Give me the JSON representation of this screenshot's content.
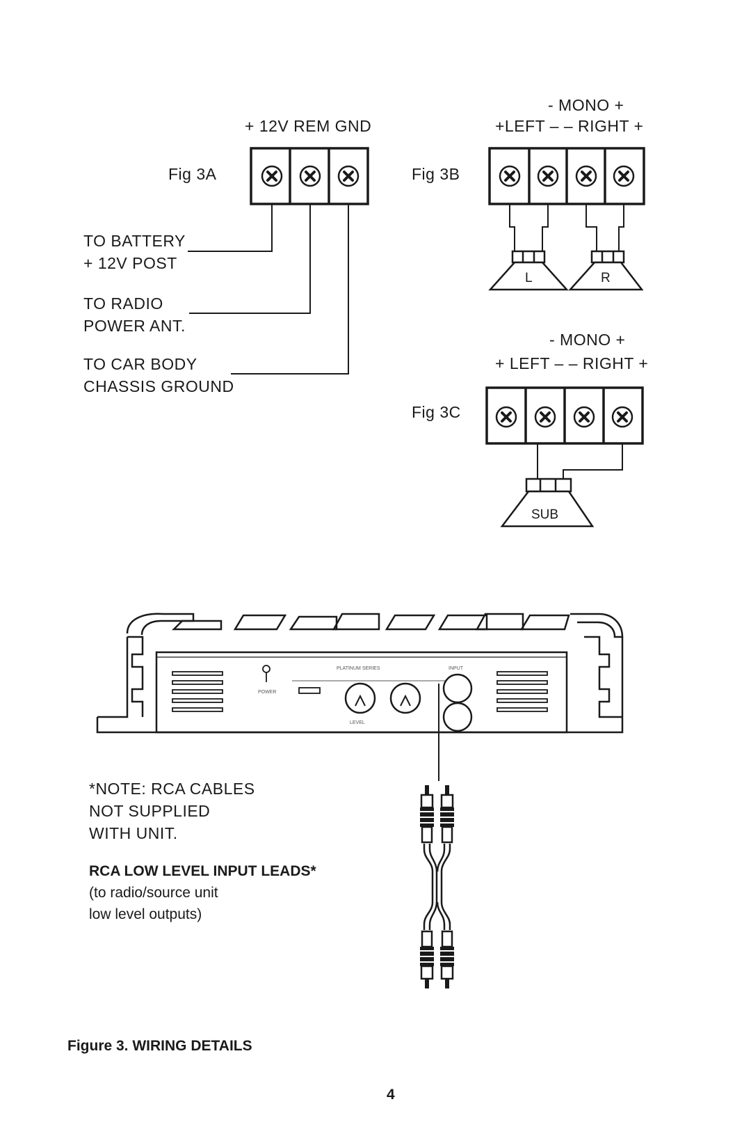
{
  "fig3a": {
    "caption": "Fig 3A",
    "terminal_header": "+ 12V  REM  GND",
    "battery_line1": "TO BATTERY",
    "battery_line2": "+ 12V POST",
    "radio_line1": "TO RADIO",
    "radio_line2": "POWER ANT.",
    "ground_line1": "TO CAR BODY",
    "ground_line2": "CHASSIS GROUND"
  },
  "fig3b": {
    "caption": "Fig 3B",
    "mono_header": "-  MONO  +",
    "channel_header": "+LEFT –  – RIGHT +",
    "speaker_left": "L",
    "speaker_right": "R"
  },
  "fig3c": {
    "caption": "Fig 3C",
    "mono_header": "-  MONO  +",
    "channel_header": "+ LEFT –  – RIGHT +",
    "speaker_sub": "SUB"
  },
  "amplifier": {
    "power_label": "POWER",
    "series_label": "PLATINUM SERIES",
    "input_label": "INPUT",
    "level_label": "LEVEL"
  },
  "note": {
    "line1": "*NOTE: RCA CABLES",
    "line2": "NOT SUPPLIED",
    "line3": "WITH UNIT."
  },
  "rca": {
    "title": "RCA LOW LEVEL INPUT LEADS*",
    "line1": "(to radio/source unit",
    "line2": "low level outputs)"
  },
  "figure_caption": "Figure 3. WIRING DETAILS",
  "page_number": "4"
}
